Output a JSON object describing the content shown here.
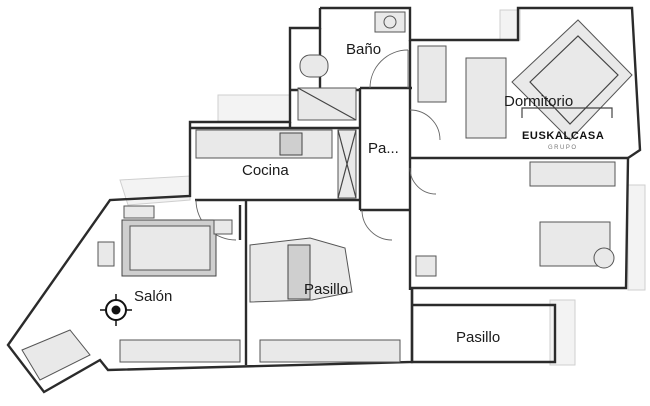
{
  "rooms": {
    "bano": "Baño",
    "dormitorio": "Dormitorio",
    "pasillo_short": "Pa...",
    "cocina": "Cocina",
    "salon": "Salón",
    "pasillo_center": "Pasillo",
    "pasillo_right": "Pasillo"
  },
  "watermark": {
    "brand": "EUSKALCASA",
    "sub": "GRUPO"
  },
  "icons": [
    "compass-icon"
  ],
  "colors": {
    "wall": "#2b2b2b",
    "floor": "#ffffff",
    "furniture": "#e9e9e9"
  }
}
